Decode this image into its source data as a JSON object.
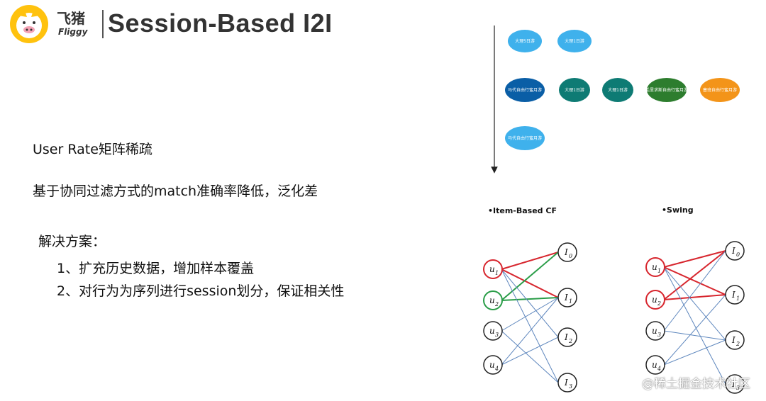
{
  "header": {
    "brand_cn": "飞猪",
    "brand_en": "Fliggy",
    "title": "Session-Based I2I"
  },
  "body": {
    "line1": "User Rate矩阵稀疏",
    "line2": "基于协同过滤方式的match准确率降低，泛化差",
    "solution_heading": "解决方案：",
    "solution_1": "1、扩充历史数据，增加样本覆盖",
    "solution_2": "2、对行为为序列进行session划分，保证相关性"
  },
  "session_nodes": {
    "row1": [
      "大理5日游",
      "大理1日游"
    ],
    "row2": [
      "马代自由行蜜月游",
      "大理1日游",
      "大理1日游",
      "毛里求斯自由行蜜月游",
      "塞班自由行蜜月游"
    ],
    "row3": [
      "马代自由行蜜月游"
    ]
  },
  "colors": {
    "light_blue": "#3fb1ec",
    "dark_blue": "#0a5ea6",
    "teal": "#0e7b74",
    "green": "#2d7d2e",
    "orange": "#f39419",
    "red": "#d7262e",
    "edge_green": "#2a9d48",
    "edge_blue": "#5d86bd"
  },
  "graphs": {
    "left_title": "•Item-Based CF",
    "right_title": "•Swing",
    "users": [
      {
        "main": "u",
        "sub": "1"
      },
      {
        "main": "u",
        "sub": "2"
      },
      {
        "main": "u",
        "sub": "3"
      },
      {
        "main": "u",
        "sub": "4"
      }
    ],
    "items": [
      {
        "main": "I",
        "sub": "0"
      },
      {
        "main": "I",
        "sub": "1"
      },
      {
        "main": "I",
        "sub": "2"
      },
      {
        "main": "I",
        "sub": "3"
      }
    ]
  },
  "watermark": "@稀土掘金技术社区"
}
